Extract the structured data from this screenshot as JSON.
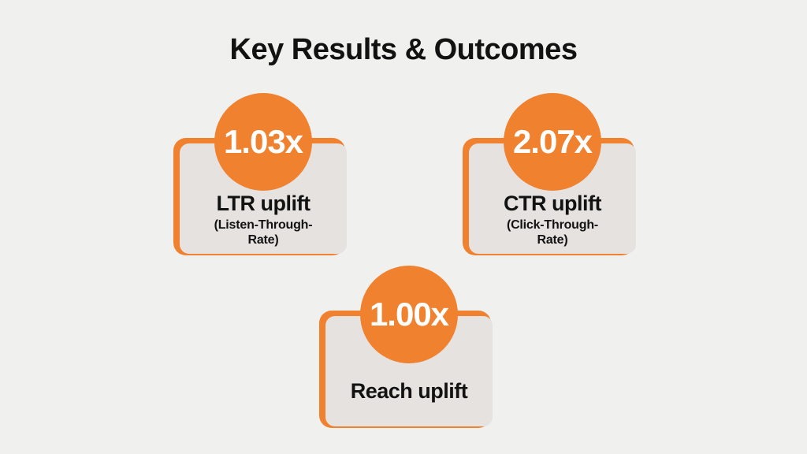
{
  "slide": {
    "title": "Key Results & Outcomes"
  },
  "colors": {
    "background": "#F0F0EF",
    "card_fill": "#E5E2E0",
    "accent_orange": "#F0812F",
    "text_dark": "#121212",
    "value_text": "#FFFFFF"
  },
  "cards": [
    {
      "value": "1.03x",
      "label": "LTR uplift",
      "sublabel_line1": "(Listen-Through-",
      "sublabel_line2": "Rate)"
    },
    {
      "value": "2.07x",
      "label": "CTR uplift",
      "sublabel_line1": "(Click-Through-",
      "sublabel_line2": "Rate)"
    },
    {
      "value": "1.00x",
      "label": "Reach uplift",
      "sublabel_line1": "",
      "sublabel_line2": ""
    }
  ]
}
